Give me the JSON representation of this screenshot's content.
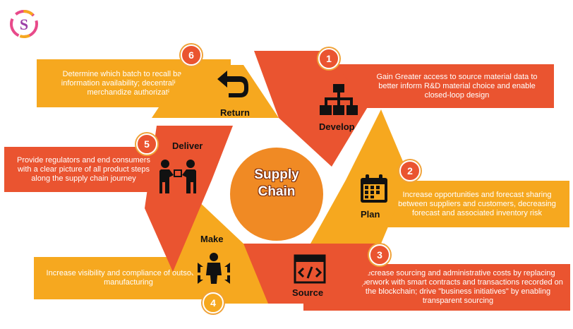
{
  "diagram": {
    "center": {
      "line1": "Supply",
      "line2": "Chain"
    },
    "stages": [
      {
        "number": "1",
        "name": "Develop",
        "icon": "hierarchy-icon",
        "description": "Gain Greater access to source material data to better inform R&D material choice and enable closed-loop design"
      },
      {
        "number": "2",
        "name": "Plan",
        "icon": "calendar-icon",
        "description": "Increase opportunities and forecast sharing between suppliers and customers, decreasing forecast and associated inventory risk"
      },
      {
        "number": "3",
        "name": "Source",
        "icon": "code-window-icon",
        "description": "Decrease sourcing and administrative costs by replacing paperwork with smart contracts and transactions recorded on the blockchain; drive \"business initiatives\" by enabling transparent sourcing"
      },
      {
        "number": "4",
        "name": "Make",
        "icon": "worker-arrows-icon",
        "description": "Increase visibility and compliance of outsourced manufacturing"
      },
      {
        "number": "5",
        "name": "Deliver",
        "icon": "handover-icon",
        "description": "Provide regulators and end consumers with a clear picture of all product steps along the supply chain journey"
      },
      {
        "number": "6",
        "name": "Return",
        "icon": "return-arrow-icon",
        "description": "Determine which batch to recall based on information availability; decentralize return merchandize authorization."
      }
    ]
  },
  "colors": {
    "orange": "#f6a81f",
    "red": "#ea5430",
    "center": "#f08a24"
  },
  "logo": {
    "icon": "s-logo-icon"
  }
}
